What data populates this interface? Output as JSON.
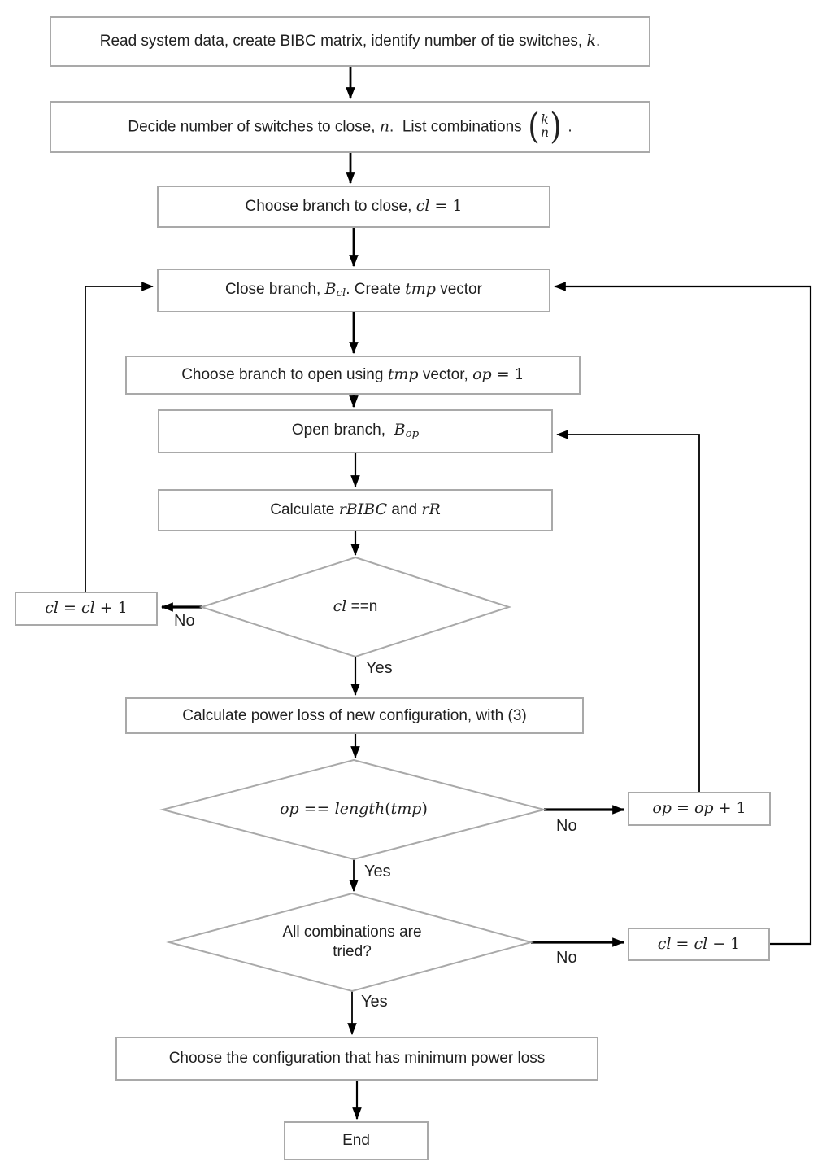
{
  "colors": {
    "background": "#ffffff",
    "box_border": "#a9a9a9",
    "connector": "#000000",
    "text": "#212121"
  },
  "nodes": {
    "read": {
      "segments": [
        {
          "k": "p",
          "t": "Read system data, create BIBC matrix, identify number of tie switches, "
        },
        {
          "k": "m",
          "t": "k"
        },
        {
          "k": "p",
          "t": "."
        }
      ]
    },
    "decide": {
      "segments": [
        {
          "k": "p",
          "t": "Decide number of switches to close, "
        },
        {
          "k": "m",
          "t": "n"
        },
        {
          "k": "p",
          "t": ".  List combinations "
        },
        {
          "k": "binom",
          "top": "k",
          "bot": "n"
        },
        {
          "k": "p",
          "t": " ."
        }
      ]
    },
    "choose_close": {
      "segments": [
        {
          "k": "p",
          "t": "Choose branch to close, "
        },
        {
          "k": "m",
          "t": "cl"
        },
        {
          "k": "n",
          "t": " = 1"
        }
      ]
    },
    "close_branch": {
      "segments": [
        {
          "k": "p",
          "t": "Close branch, "
        },
        {
          "k": "m",
          "t": "B"
        },
        {
          "k": "ms",
          "t": "cl"
        },
        {
          "k": "p",
          "t": ". Create "
        },
        {
          "k": "m",
          "t": "tmp"
        },
        {
          "k": "p",
          "t": " vector"
        }
      ]
    },
    "choose_open": {
      "segments": [
        {
          "k": "p",
          "t": "Choose branch to open using "
        },
        {
          "k": "m",
          "t": "tmp"
        },
        {
          "k": "p",
          "t": " vector, "
        },
        {
          "k": "m",
          "t": "op"
        },
        {
          "k": "n",
          "t": " = 1"
        }
      ]
    },
    "open_branch": {
      "segments": [
        {
          "k": "p",
          "t": "Open branch,  "
        },
        {
          "k": "m",
          "t": "B"
        },
        {
          "k": "ms",
          "t": "op"
        }
      ]
    },
    "calc_rbibc": {
      "segments": [
        {
          "k": "p",
          "t": "Calculate "
        },
        {
          "k": "m",
          "t": "rBIBC"
        },
        {
          "k": "p",
          "t": " and "
        },
        {
          "k": "m",
          "t": "rR"
        }
      ]
    },
    "dec_cl": {
      "segments": [
        {
          "k": "m",
          "t": "cl"
        },
        {
          "k": "p",
          "t": " ==n"
        }
      ],
      "yes": "Yes",
      "no": "No"
    },
    "cl_plus": {
      "segments": [
        {
          "k": "m",
          "t": "cl"
        },
        {
          "k": "n",
          "t": " = "
        },
        {
          "k": "m",
          "t": "cl"
        },
        {
          "k": "n",
          "t": " + 1"
        }
      ]
    },
    "calc_loss": {
      "segments": [
        {
          "k": "p",
          "t": "Calculate power loss of new configuration, with (3)"
        }
      ]
    },
    "dec_op": {
      "segments": [
        {
          "k": "m",
          "t": "op"
        },
        {
          "k": "n",
          "t": " == "
        },
        {
          "k": "m",
          "t": "length"
        },
        {
          "k": "n",
          "t": "("
        },
        {
          "k": "m",
          "t": "tmp"
        },
        {
          "k": "n",
          "t": ")"
        }
      ],
      "yes": "Yes",
      "no": "No"
    },
    "op_plus": {
      "segments": [
        {
          "k": "m",
          "t": "op"
        },
        {
          "k": "n",
          "t": " = "
        },
        {
          "k": "m",
          "t": "op"
        },
        {
          "k": "n",
          "t": " + 1"
        }
      ]
    },
    "dec_all": {
      "segments": [
        {
          "k": "p",
          "t": "All combinations are\ntried?"
        }
      ],
      "yes": "Yes",
      "no": "No"
    },
    "cl_minus": {
      "segments": [
        {
          "k": "m",
          "t": "cl"
        },
        {
          "k": "n",
          "t": " = "
        },
        {
          "k": "m",
          "t": "cl"
        },
        {
          "k": "n",
          "t": " − 1"
        }
      ]
    },
    "choose_config": {
      "segments": [
        {
          "k": "p",
          "t": "Choose the configuration that has minimum power loss"
        }
      ]
    },
    "end": {
      "segments": [
        {
          "k": "p",
          "t": "End"
        }
      ]
    }
  }
}
